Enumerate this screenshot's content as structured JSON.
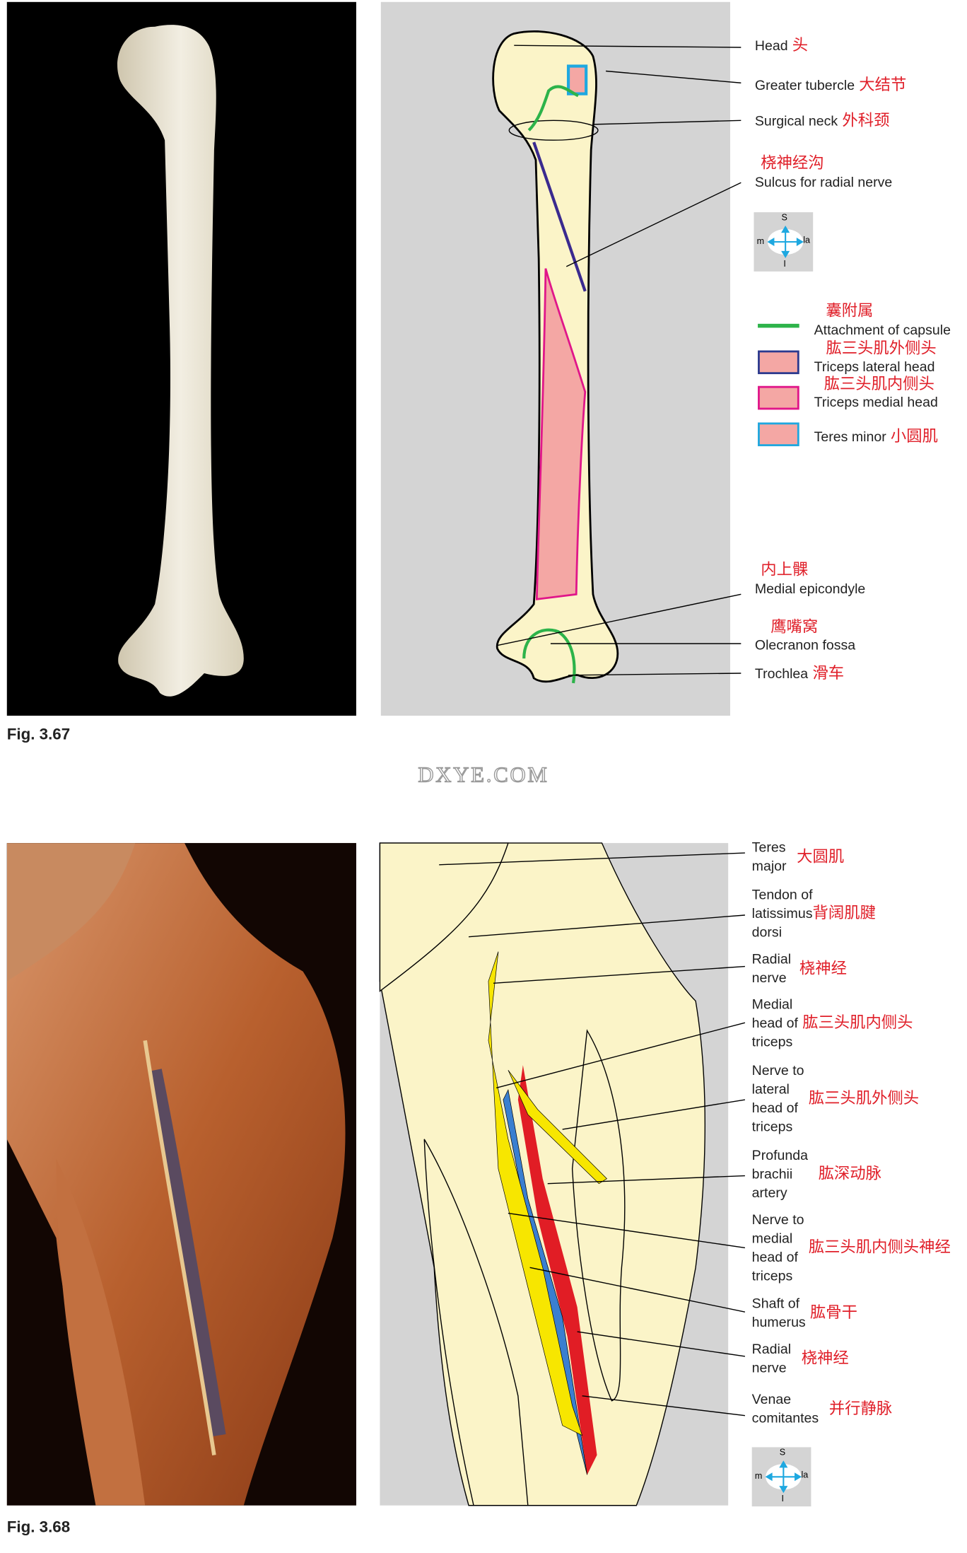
{
  "fig1": {
    "caption": "Fig. 3.67",
    "labels": [
      {
        "en": "Head",
        "zh": "头"
      },
      {
        "en": "Greater tubercle",
        "zh": "大结节"
      },
      {
        "en": "Surgical neck",
        "zh": "外科颈"
      },
      {
        "en": "Sulcus for radial nerve",
        "zh": "桡神经沟"
      },
      {
        "en": "Medial epicondyle",
        "zh": "内上髁"
      },
      {
        "en": "Olecranon fossa",
        "zh": "鹰嘴窝"
      },
      {
        "en": "Trochlea",
        "zh": "滑车"
      }
    ],
    "legend": [
      {
        "en": "Attachment of capsule",
        "zh": "囊附属",
        "color": "#2db34a"
      },
      {
        "en": "Triceps lateral head",
        "zh": "肱三头肌外侧头",
        "color": "#2b3a8f"
      },
      {
        "en": "Triceps medial head",
        "zh": "肱三头肌内侧头",
        "color": "#e0168a"
      },
      {
        "en": "Teres minor",
        "zh": "小圆肌",
        "color": "#1ea8e0"
      }
    ],
    "compass": {
      "s": "S",
      "i": "I",
      "m": "m",
      "la": "la"
    }
  },
  "watermark": "DXYE.COM",
  "fig2": {
    "caption": "Fig. 3.68",
    "labels": [
      {
        "en": [
          "Teres",
          "major"
        ],
        "zh": "大圆肌"
      },
      {
        "en": [
          "Tendon of",
          "latissimus",
          "dorsi"
        ],
        "zh": "背阔肌腱"
      },
      {
        "en": [
          "Radial",
          "nerve"
        ],
        "zh": "桡神经"
      },
      {
        "en": [
          "Medial",
          "head of",
          "triceps"
        ],
        "zh": "肱三头肌内侧头"
      },
      {
        "en": [
          "Nerve to",
          "lateral",
          "head of",
          "triceps"
        ],
        "zh": "肱三头肌外侧头"
      },
      {
        "en": [
          "Profunda",
          "brachii",
          "artery"
        ],
        "zh": "肱深动脉"
      },
      {
        "en": [
          "Nerve to",
          "medial",
          "head of",
          "triceps"
        ],
        "zh": "肱三头肌内侧头神经"
      },
      {
        "en": [
          "Shaft of",
          "humerus"
        ],
        "zh": "肱骨干"
      },
      {
        "en": [
          "Radial",
          "nerve"
        ],
        "zh": "桡神经"
      },
      {
        "en": [
          "Venae",
          "comitantes"
        ],
        "zh": "并行静脉"
      }
    ],
    "compass": {
      "s": "S",
      "i": "I",
      "m": "m",
      "la": "la"
    }
  }
}
